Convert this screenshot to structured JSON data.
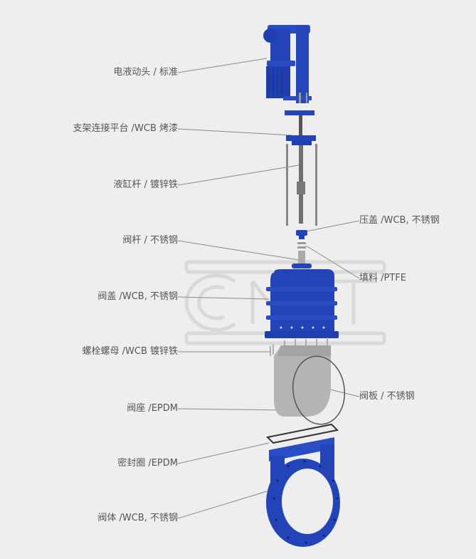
{
  "diagram": {
    "title": "Knife gate valve exploded view",
    "watermark": "CNKT",
    "colors": {
      "background": "#eeeeee",
      "valve_blue": "#2244b8",
      "valve_blue_dark": "#1a3590",
      "steel": "#aaaaaa",
      "leader_line": "#888888",
      "label_text": "#555555",
      "watermark": "#d8d8d8"
    },
    "labels": [
      {
        "id": "actuator",
        "text": "电液动头 / 标准",
        "side": "left"
      },
      {
        "id": "bracket",
        "text": "支架连接平台 /WCB 烤漆",
        "side": "left"
      },
      {
        "id": "cylinder_rod",
        "text": "液缸杆 / 镀锌铁",
        "side": "left"
      },
      {
        "id": "gland",
        "text": "压盖 /WCB, 不锈钢",
        "side": "right"
      },
      {
        "id": "stem",
        "text": "阀杆 / 不锈钢",
        "side": "left"
      },
      {
        "id": "packing",
        "text": "填料 /PTFE",
        "side": "right"
      },
      {
        "id": "bonnet",
        "text": "阀盖 /WCB, 不锈钢",
        "side": "left"
      },
      {
        "id": "bolts",
        "text": "螺栓螺母 /WCB 镀锌铁",
        "side": "left"
      },
      {
        "id": "gate",
        "text": "阀板 / 不锈钢",
        "side": "right"
      },
      {
        "id": "seat",
        "text": "阀座 /EPDM",
        "side": "left"
      },
      {
        "id": "seal",
        "text": "密封圈 /EPDM",
        "side": "left"
      },
      {
        "id": "body",
        "text": "阀体 /WCB, 不锈钢",
        "side": "left"
      }
    ]
  }
}
